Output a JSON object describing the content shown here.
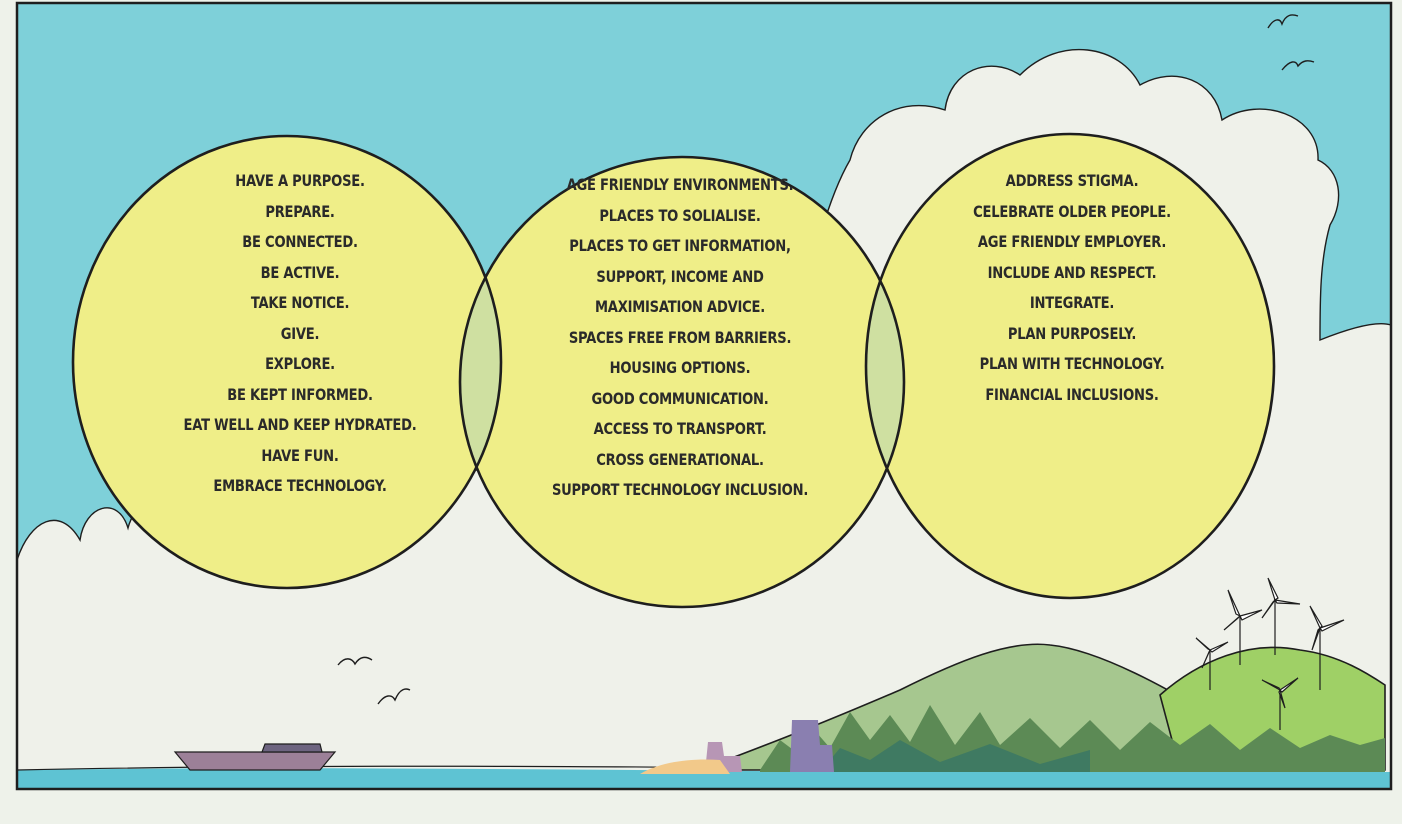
{
  "colors": {
    "sky": "#7ed0d9",
    "cloud": "#eff1ea",
    "circle_fill": "#efee88",
    "overlap_fill": "#cfe0a1",
    "outline": "#1e1e1e",
    "sea": "#5ec3d3",
    "hill_dark": "#5c8a55",
    "hill_light": "#a6c78f",
    "hill_bright": "#9fd066",
    "boat": "#9c8098"
  },
  "icons": [
    "bird-icon",
    "boat-icon",
    "wind-turbine-icon",
    "hill-icon",
    "cloud-icon",
    "sea-icon"
  ],
  "circles": [
    {
      "id": "left",
      "items": [
        "HAVE A PURPOSE.",
        "PREPARE.",
        "BE CONNECTED.",
        "BE ACTIVE.",
        "TAKE NOTICE.",
        "GIVE.",
        "EXPLORE.",
        "BE KEPT INFORMED.",
        "EAT WELL AND KEEP HYDRATED.",
        "HAVE FUN.",
        "EMBRACE TECHNOLOGY."
      ]
    },
    {
      "id": "center",
      "items": [
        "AGE FRIENDLY ENVIRONMENTS.",
        "PLACES TO SOLIALISE.",
        "PLACES TO GET INFORMATION,",
        "SUPPORT, INCOME AND",
        "MAXIMISATION ADVICE.",
        "SPACES FREE FROM BARRIERS.",
        "HOUSING OPTIONS.",
        "GOOD COMMUNICATION.",
        "ACCESS TO TRANSPORT.",
        "CROSS GENERATIONAL.",
        "SUPPORT TECHNOLOGY INCLUSION."
      ]
    },
    {
      "id": "right",
      "items": [
        "ADDRESS STIGMA.",
        "CELEBRATE OLDER PEOPLE.",
        "AGE FRIENDLY EMPLOYER.",
        "INCLUDE AND RESPECT.",
        "INTEGRATE.",
        "PLAN PURPOSELY.",
        "PLAN WITH TECHNOLOGY.",
        "FINANCIAL INCLUSIONS."
      ]
    }
  ]
}
